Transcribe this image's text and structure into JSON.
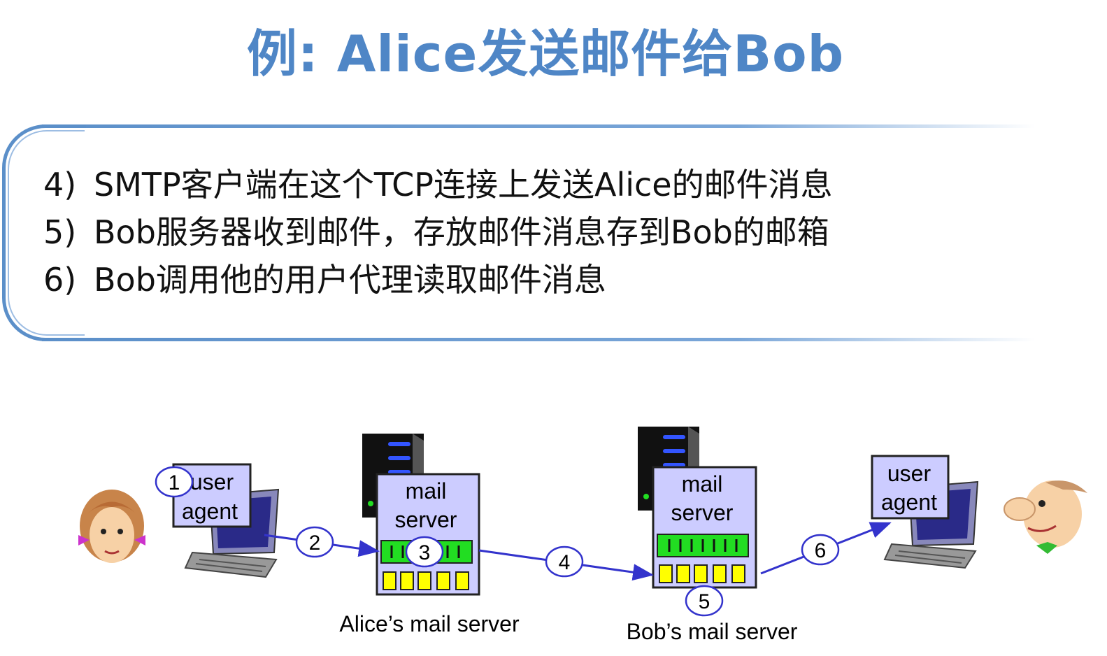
{
  "title": "例: Alice发送邮件给Bob",
  "steps": [
    {
      "num": "4)",
      "text": "SMTP客户端在这个TCP连接上发送Alice的邮件消息"
    },
    {
      "num": "5)",
      "text": "Bob服务器收到邮件，存放邮件消息存到Bob的邮箱"
    },
    {
      "num": "6)",
      "text": "Bob调用他的用户代理读取邮件消息"
    }
  ],
  "diagram": {
    "alice_agent": {
      "line1": "user",
      "line2": "agent"
    },
    "bob_agent": {
      "line1": "user",
      "line2": "agent"
    },
    "alice_server": {
      "line1": "mail",
      "line2": "server",
      "caption": "Alice’s mail server"
    },
    "bob_server": {
      "line1": "mail",
      "line2": "server",
      "caption": "Bob’s mail server"
    },
    "step_labels": [
      "1",
      "2",
      "3",
      "4",
      "5",
      "6"
    ]
  },
  "colors": {
    "title": "#4f86c6",
    "panel_border": "#5b8fc9",
    "box_fill": "#ccccff",
    "queue_green": "#22dd22",
    "queue_yellow": "#ffff00",
    "arrow": "#3333cc"
  }
}
